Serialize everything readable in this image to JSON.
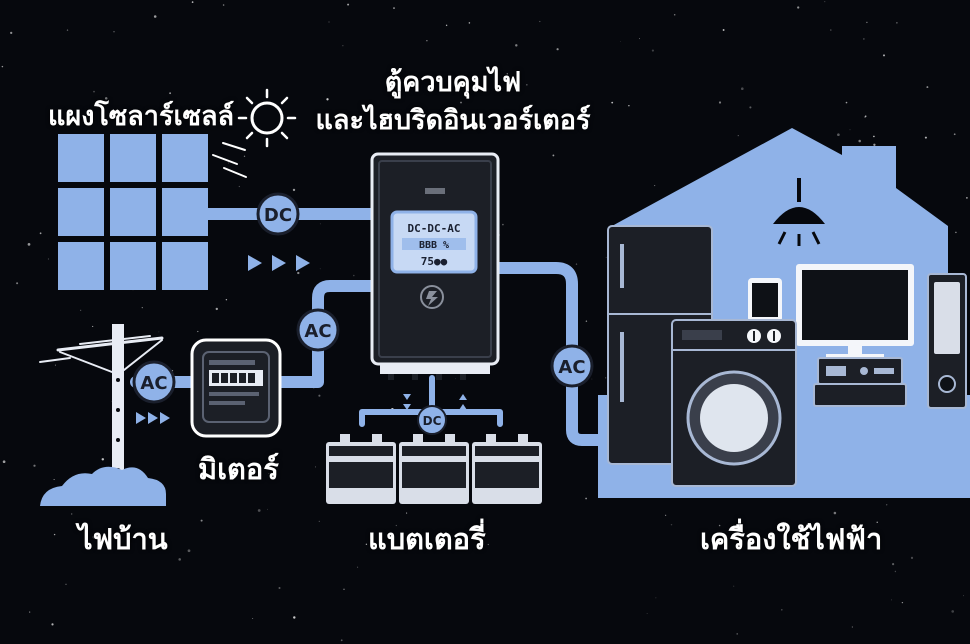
{
  "labels": {
    "solar_panel": "แผงโซลาร์เซลล์",
    "inverter_line1": "ตู้ควบคุมไฟ",
    "inverter_line2": "และไฮบริดอินเวอร์เตอร์",
    "meter": "มิเตอร์",
    "grid": "ไฟบ้าน",
    "battery": "แบตเตอรี่",
    "appliances": "เครื่องใช้ไฟฟ้า"
  },
  "tags": {
    "dc_solar": "DC",
    "ac_grid": "AC",
    "ac_meter": "AC",
    "dc_battery": "DC",
    "ac_home": "AC"
  },
  "inverter_screen": {
    "line1": "DC-DC-AC",
    "line2": "BBB %",
    "line3": "75●●"
  },
  "colors": {
    "background": "#06080d",
    "accent_blue": "#8fb2e8",
    "device_dark": "#1c1f26",
    "label_text": "#ffffff"
  },
  "icons": [
    "sun-icon",
    "solar-panel-icon",
    "power-pole-icon",
    "cloud-icon",
    "meter-icon",
    "inverter-icon",
    "lightning-icon",
    "battery-icon",
    "house-icon",
    "ceiling-lamp-icon",
    "refrigerator-icon",
    "washing-machine-icon",
    "tv-icon",
    "speaker-icon",
    "phone-icon",
    "audio-receiver-icon"
  ]
}
